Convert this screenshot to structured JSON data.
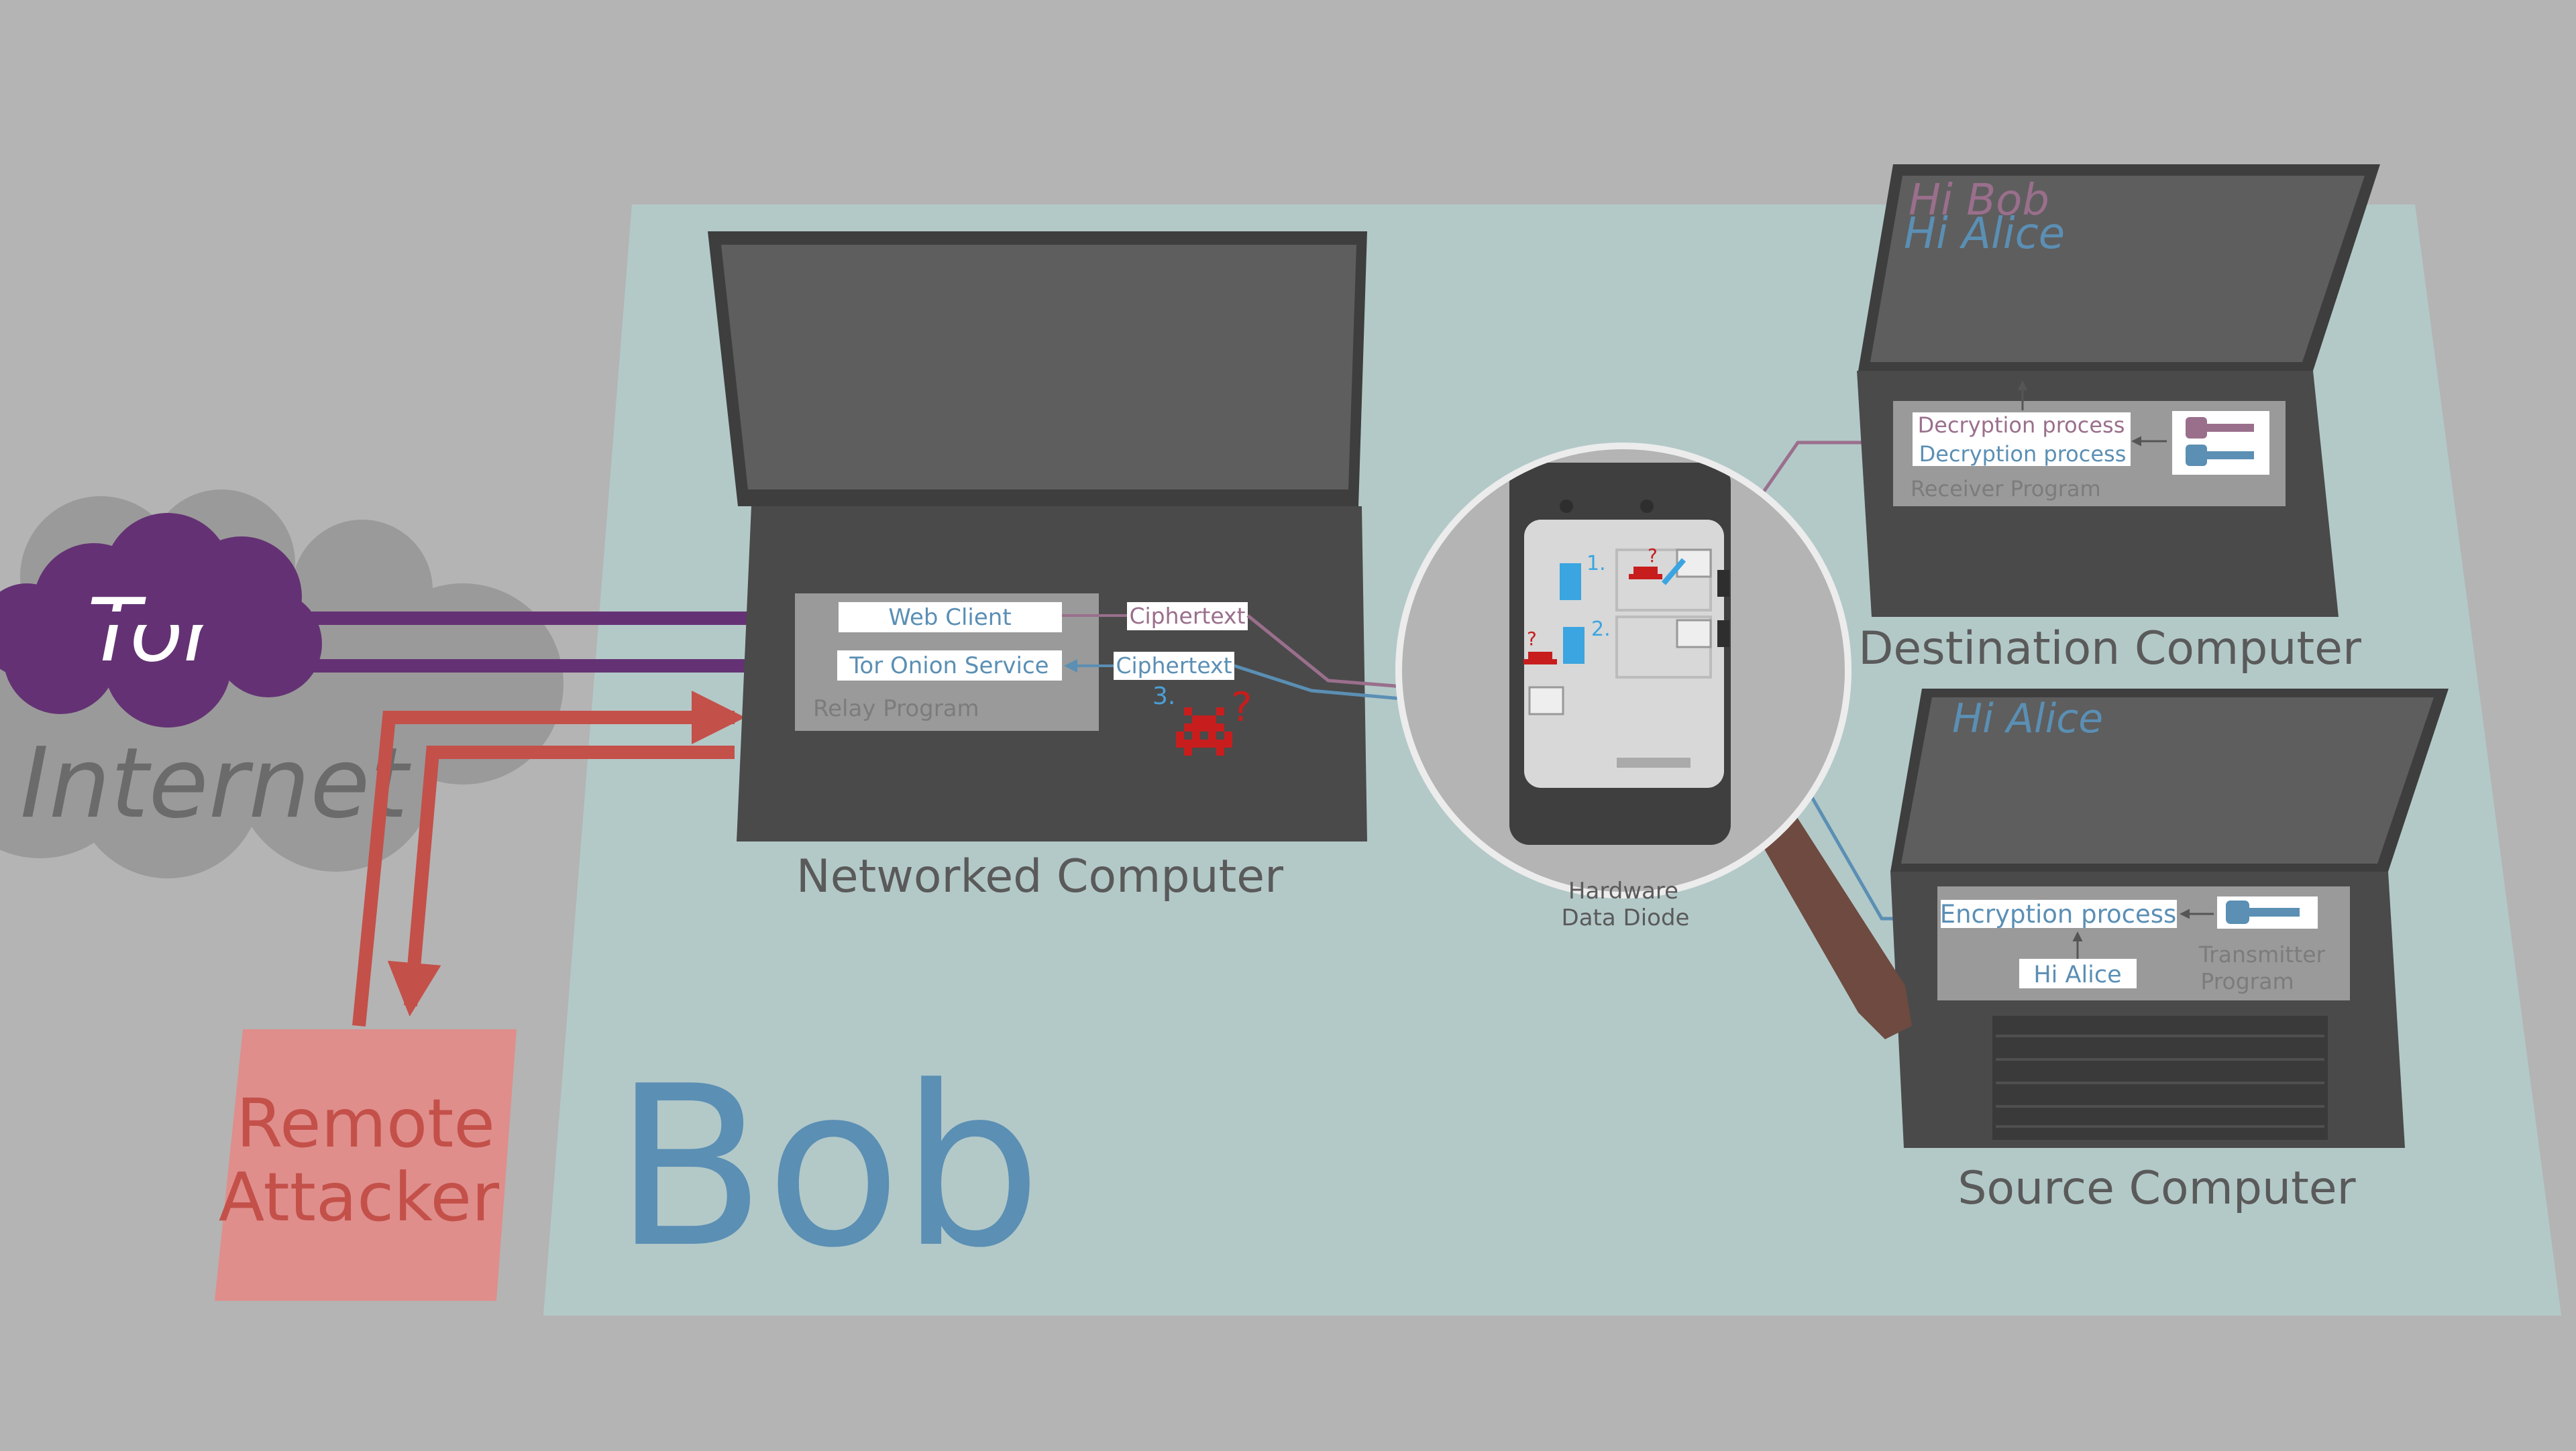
{
  "zones": {
    "owner_label": "Bob"
  },
  "internet": {
    "tor_label": "Tor",
    "internet_label": "Internet"
  },
  "attacker": {
    "line1": "Remote",
    "line2": "Attacker"
  },
  "networked_computer": {
    "caption": "Networked Computer",
    "relay_program_label": "Relay Program",
    "web_client_label": "Web Client",
    "onion_service_label": "Tor Onion Service",
    "ciphertext_in_label": "Ciphertext",
    "ciphertext_out_label": "Ciphertext",
    "attack_vector_number": "3.",
    "unknown_mark": "?"
  },
  "data_diode": {
    "caption_line1": "Hardware",
    "caption_line2": "Data Diode",
    "channel_1": "1.",
    "channel_2": "2.",
    "unknown_mark": "?"
  },
  "destination_computer": {
    "caption": "Destination Computer",
    "screen_line1": "Hi Bob",
    "screen_line2": "Hi Alice",
    "program_label": "Receiver Program",
    "decrypt_1": "Decryption process",
    "decrypt_2": "Decryption process"
  },
  "source_computer": {
    "caption": "Source Computer",
    "screen_text": "Hi Alice",
    "program_label_line1": "Transmitter",
    "program_label_line2": "Program",
    "encrypt_label": "Encryption process",
    "plaintext_label": "Hi Alice"
  },
  "colors": {
    "background": "#b4b4b4",
    "bob_zone": "#b3c9c8",
    "tor_purple": "#643274",
    "attacker_red": "#c4504a",
    "attacker_box": "#df8e8b",
    "bob_blue": "#5b8fb4",
    "cipher_mauve": "#9a6f8c",
    "laptop_dark": "#4a4a4a"
  }
}
